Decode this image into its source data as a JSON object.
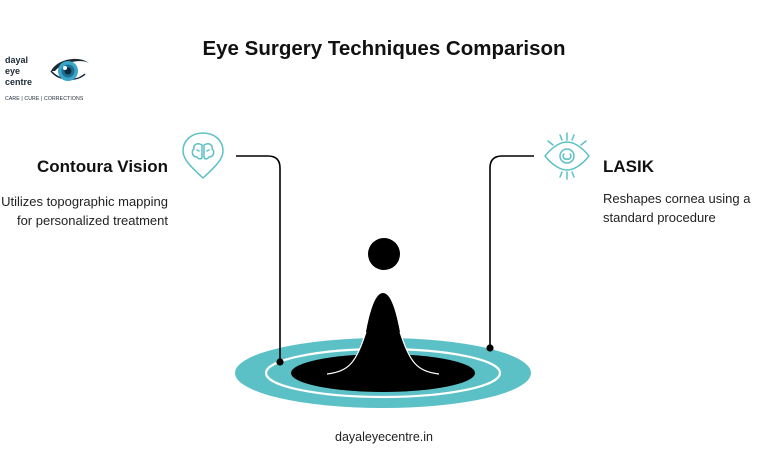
{
  "title": "Eye Surgery Techniques Comparison",
  "logo": {
    "name_lines": [
      "dayal",
      "eye",
      "centre"
    ],
    "tagline": "CARE | CURE | CORRECTIONS"
  },
  "left": {
    "heading": "Contoura Vision",
    "description": "Utilizes topographic mapping for personalized treatment",
    "icon": "brain-location-pin-icon"
  },
  "right": {
    "heading": "LASIK",
    "description": "Reshapes cornea using a standard procedure",
    "icon": "eye-scan-icon"
  },
  "footer": "dayaleyecentre.in",
  "colors": {
    "accent": "#5cc0c7",
    "dark": "#000000",
    "text": "#111111"
  }
}
